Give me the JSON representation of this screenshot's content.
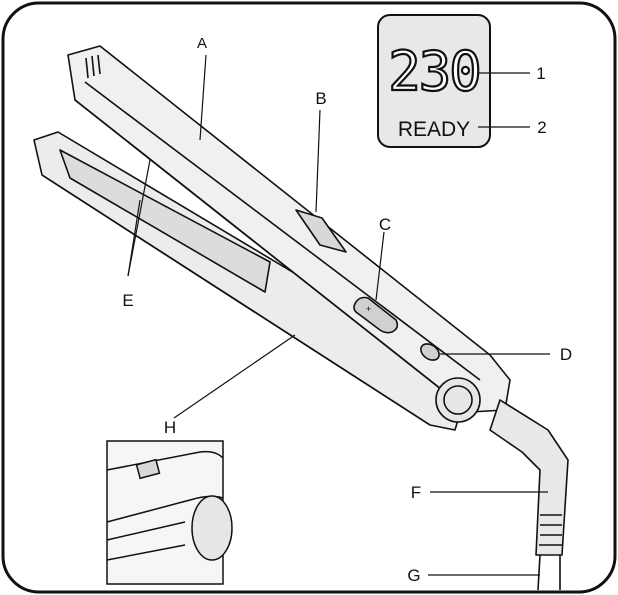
{
  "display": {
    "temperature": "230",
    "status": "READY"
  },
  "labels": {
    "A": "A",
    "B": "B",
    "C": "C",
    "D": "D",
    "E": "E",
    "F": "F",
    "G": "G",
    "H": "H",
    "n1": "1",
    "n2": "2"
  },
  "colors": {
    "line": "#111111",
    "panel": "#e8e8e8",
    "plate": "#dcdcdc",
    "background": "#ffffff"
  },
  "icons": [
    "hair-straightener-illustration",
    "lock-switch-inset",
    "digital-display-panel"
  ]
}
